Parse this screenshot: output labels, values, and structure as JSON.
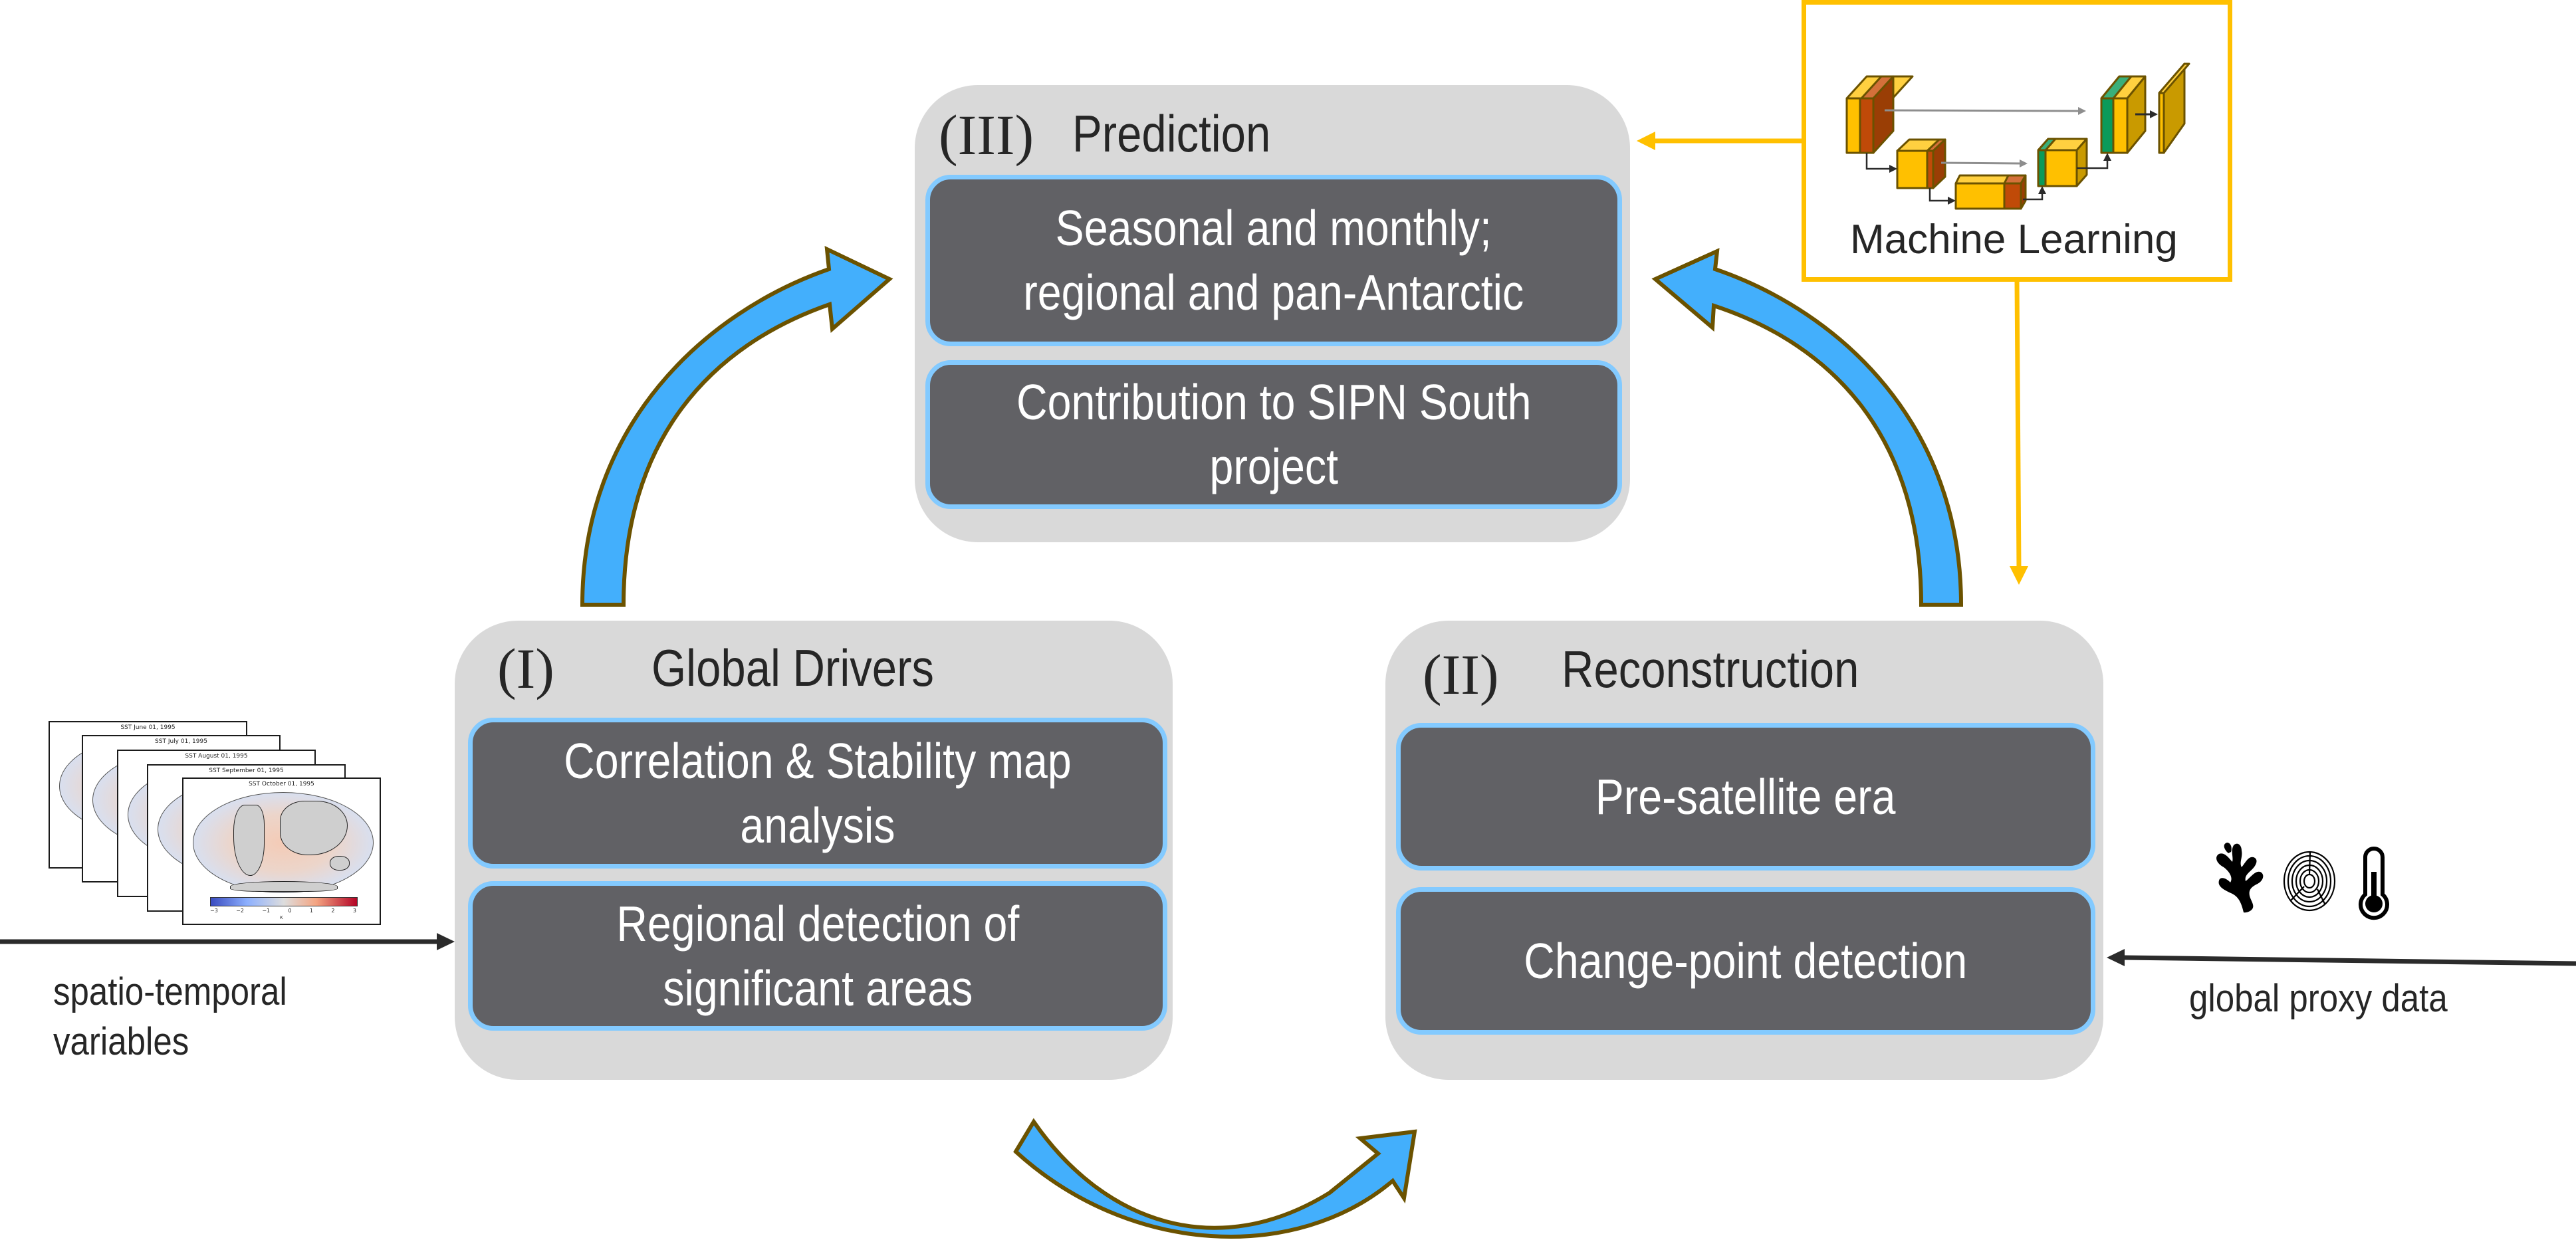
{
  "colors": {
    "stage_box": "#D9D9D9",
    "item_fill": "#616165",
    "item_border": "#83CAFF",
    "cycle_arrow_fill": "#43AFFC",
    "cycle_arrow_outline": "#6B5200",
    "ml_accent": "#FFC000",
    "input_arrow": "#2B2B2B"
  },
  "stages": {
    "prediction": {
      "numeral": "(III)",
      "title": "Prediction",
      "items": [
        "Seasonal and monthly;\nregional and pan-Antarctic",
        "Contribution to SIPN South\nproject"
      ]
    },
    "global_drivers": {
      "numeral": "(I)",
      "title": "Global Drivers",
      "items": [
        "Correlation & Stability map\nanalysis",
        "Regional detection of\nsignificant areas"
      ]
    },
    "reconstruction": {
      "numeral": "(II)",
      "title": "Reconstruction",
      "items": [
        "Pre-satellite era",
        "Change-point detection"
      ]
    }
  },
  "machine_learning": {
    "label": "Machine Learning",
    "icon": "unet-architecture-icon"
  },
  "inputs": {
    "left": {
      "label": "spatio-temporal\nvariables",
      "maps": [
        {
          "title": "SST June 01, 1995"
        },
        {
          "title": "SST July 01, 1995"
        },
        {
          "title": "SST August 01, 1995"
        },
        {
          "title": "SST September 01, 1995"
        },
        {
          "title": "SST October 01, 1995"
        }
      ],
      "colorbar_ticks": [
        "−3",
        "−2",
        "−1",
        "0",
        "1",
        "2",
        "3"
      ],
      "colorbar_unit": "K"
    },
    "right": {
      "label": "global proxy data",
      "icons": [
        "coral-icon",
        "tree-rings-icon",
        "thermometer-icon"
      ]
    }
  }
}
